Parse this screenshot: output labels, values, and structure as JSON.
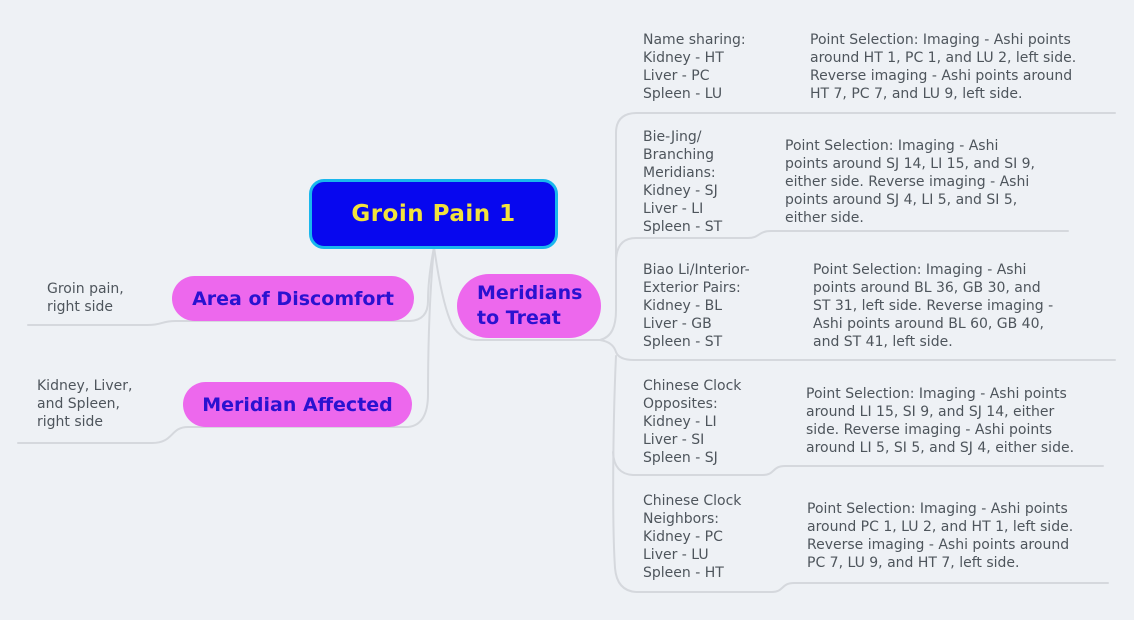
{
  "colors": {
    "background": "#eef1f5",
    "connector_line": "#d5d8dd",
    "root_fill": "#0707ef",
    "root_border": "#19b7ed",
    "root_text": "#f2e23d",
    "branch_fill": "#ed68ed",
    "branch_text": "#2a12d0",
    "plain_text": "#4e555c"
  },
  "root": {
    "label": "Groin Pain 1"
  },
  "left_branches": [
    {
      "label": "Area of Discomfort",
      "note": "Groin pain,\nright side"
    },
    {
      "label": "Meridian Affected",
      "note": "Kidney, Liver,\nand Spleen,\nright side"
    }
  ],
  "right_branch": {
    "label": "Meridians\nto Treat"
  },
  "groups": [
    {
      "topic": "Name sharing:\nKidney - HT\nLiver - PC\nSpleen - LU",
      "detail": "Point Selection: Imaging - Ashi points\naround HT 1, PC 1, and LU 2, left side.\nReverse imaging - Ashi points around\nHT 7, PC 7, and LU 9, left side."
    },
    {
      "topic": "Bie-Jing/\nBranching\nMeridians:\nKidney - SJ\nLiver - LI\nSpleen - ST",
      "detail": "Point Selection: Imaging - Ashi\npoints around SJ 14, LI 15, and SI 9,\neither side. Reverse imaging - Ashi\npoints around SJ 4, LI 5, and SI 5,\neither side."
    },
    {
      "topic": "Biao Li/Interior-\nExterior Pairs:\nKidney - BL\nLiver - GB\nSpleen - ST",
      "detail": "Point Selection: Imaging - Ashi\npoints around BL 36, GB 30, and\nST 31, left side. Reverse imaging -\nAshi points around BL 60, GB 40,\nand ST 41, left side."
    },
    {
      "topic": "Chinese Clock\nOpposites:\nKidney - LI\nLiver - SI\nSpleen - SJ",
      "detail": "Point Selection: Imaging - Ashi points\naround LI 15, SI 9, and SJ 14, either\nside. Reverse imaging - Ashi points\naround LI 5, SI 5, and SJ 4, either side."
    },
    {
      "topic": "Chinese Clock\nNeighbors:\nKidney - PC\nLiver - LU\nSpleen - HT",
      "detail": "Point Selection: Imaging - Ashi points\naround PC 1, LU 2, and HT 1, left side.\nReverse imaging - Ashi points around\nPC 7, LU 9, and HT 7, left side."
    }
  ]
}
